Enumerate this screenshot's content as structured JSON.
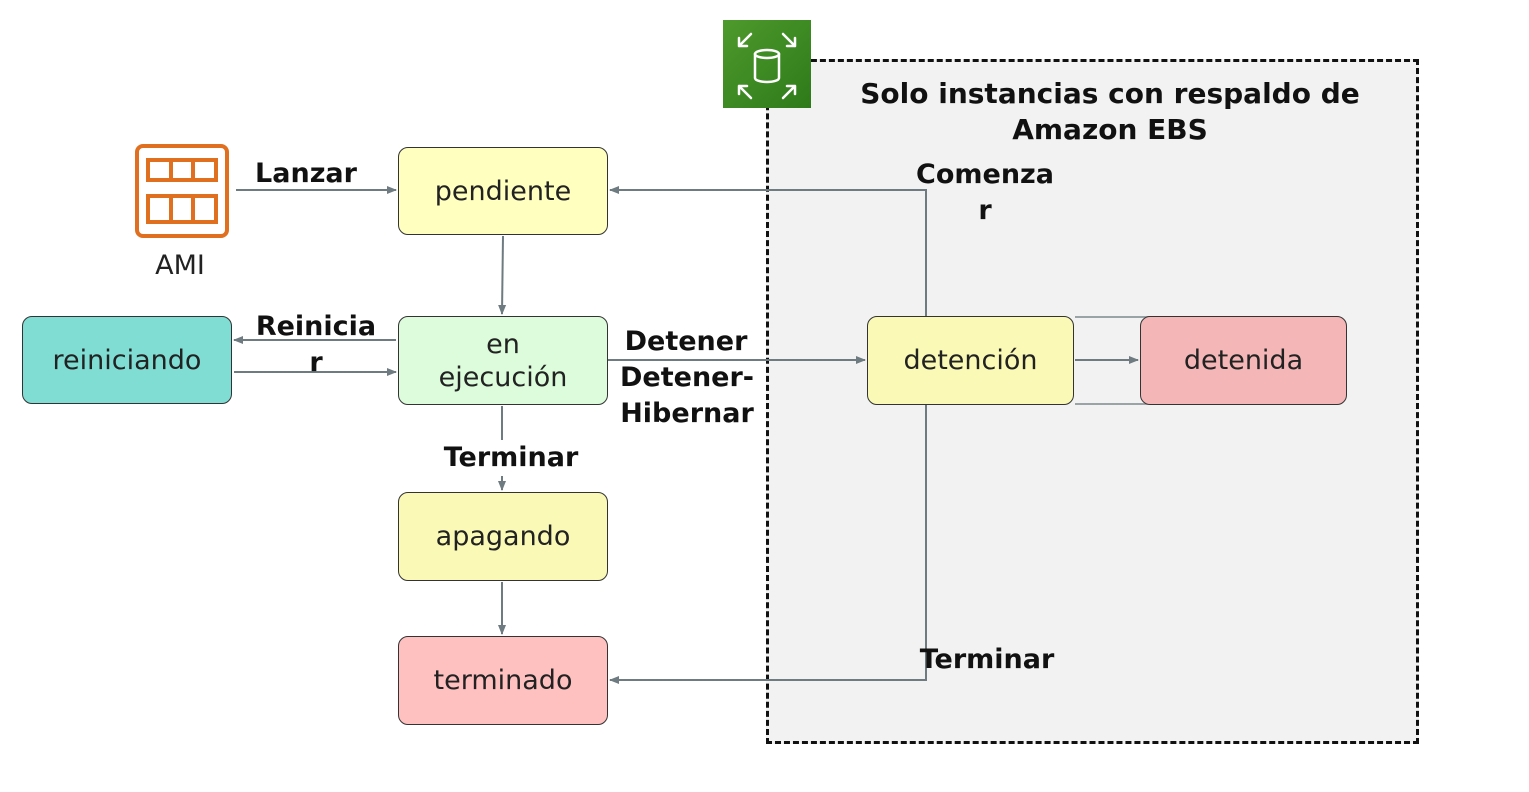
{
  "region": {
    "title": "Solo instancias con respaldo de Amazon EBS"
  },
  "states": {
    "pending": "pendiente",
    "rebooting": "reiniciando",
    "running": "en ejecución",
    "stopping": "detención",
    "stopped": "detenida",
    "shutting_down": "apagando",
    "terminated": "terminado"
  },
  "ami": {
    "label": "AMI"
  },
  "transitions": {
    "launch": "Lanzar",
    "start": "Comenzar",
    "reboot": "Reiniciar",
    "stop": "Detener",
    "stop_hibernate": "Detener-Hibernar",
    "terminate_running": "Terminar",
    "terminate_stopped": "Terminar"
  },
  "colors": {
    "pending": "#ffffc0",
    "rebooting": "#7fddd4",
    "running": "#dcfcdc",
    "stopping": "#fafab6",
    "stopped": "#f4b6b6",
    "shutting_down": "#fafab6",
    "terminated": "#ffc0c0",
    "ami_icon": "#e07020",
    "ebs_icon": "#3f8624",
    "arrow": "#6e7b80"
  },
  "icons": {
    "ami": "ami-icon",
    "ebs": "ebs-volume-icon"
  }
}
